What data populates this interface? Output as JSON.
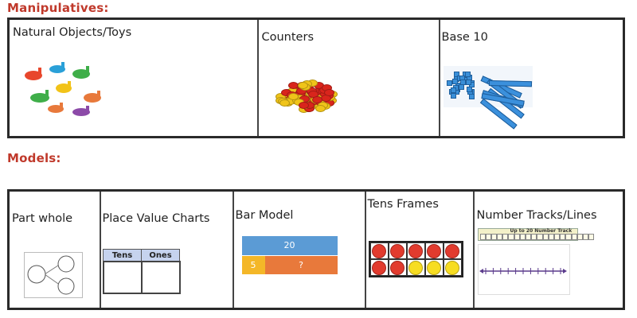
{
  "headings": {
    "manipulatives": "Manipulatives:",
    "models": "Models:"
  },
  "manipulatives": [
    {
      "label": "Natural Objects/Toys",
      "image": "toy-dinosaurs-icon"
    },
    {
      "label": "Counters",
      "image": "two-color-counters-icon"
    },
    {
      "label": "Base 10",
      "image": "base-ten-blocks-icon"
    }
  ],
  "models": [
    {
      "label": "Part whole",
      "image": "part-whole-diagram-icon"
    },
    {
      "label": "Place Value Charts",
      "image": "place-value-chart-icon"
    },
    {
      "label": "Bar Model",
      "image": "bar-model-icon"
    },
    {
      "label": "Tens Frames",
      "image": "tens-frame-icon"
    },
    {
      "label": "Number Tracks/Lines",
      "image": "number-track-icon"
    }
  ],
  "place_value_chart": {
    "headers": [
      "Tens",
      "Ones"
    ]
  },
  "bar_model": {
    "whole": "20",
    "part": "5",
    "unknown": "?",
    "colors": {
      "whole": "#5b9bd5",
      "part": "#f4b728",
      "unknown": "#e8793b"
    }
  },
  "tens_frame": {
    "filled_red": 7,
    "filled_yellow": 3,
    "colors": {
      "red": "#e23b2e",
      "yellow": "#f7dd22"
    }
  },
  "number_track": {
    "title": "Up to 20 Number Track"
  }
}
